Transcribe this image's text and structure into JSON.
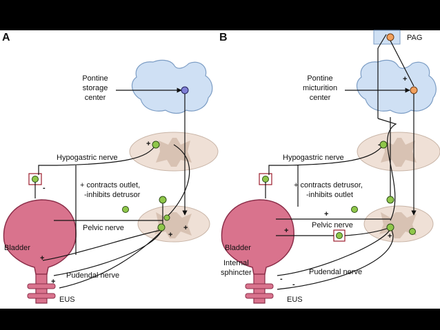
{
  "panel_a": {
    "letter": "A",
    "pontine_center": [
      "Pontine",
      "storage",
      "center"
    ],
    "hypogastric": "Hypogastric nerve",
    "effect": [
      "+ contracts outlet,",
      "-inhibits detrusor"
    ],
    "pelvic": "Pelvic nerve",
    "bladder": "Bladder",
    "pudendal": "Pudendal nerve",
    "eus": "EUS"
  },
  "panel_b": {
    "letter": "B",
    "pag": "PAG",
    "pontine_center": [
      "Pontine",
      "micturition",
      "center"
    ],
    "hypogastric": "Hypogastric nerve",
    "effect": [
      "+ contracts detrusor,",
      "-inhibits outlet"
    ],
    "pelvic": "Pelvic nerve",
    "bladder": "Bladder",
    "internal": [
      "Internal",
      "sphincter"
    ],
    "pudendal": "Pudendal nerve",
    "eus": "EUS"
  },
  "signs": {
    "plus": "+",
    "minus": "-"
  },
  "colors": {
    "bladder": "#d9738d",
    "pons": "#cfe0f4",
    "cord": "#efe0d6",
    "neuron_green": "#8fc74a",
    "neuron_orange": "#f2a15e",
    "neuron_blue": "#7f7fd6",
    "box_red": "#9b1c2b"
  }
}
